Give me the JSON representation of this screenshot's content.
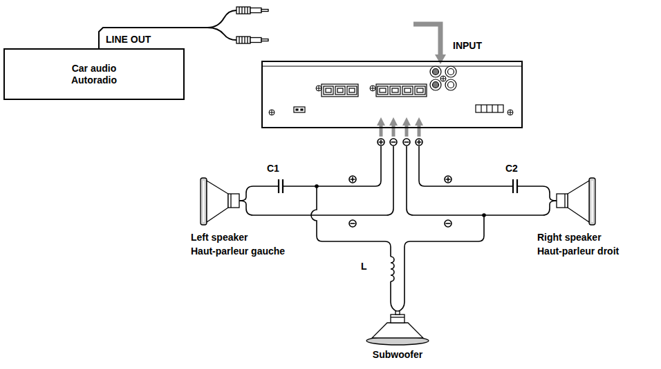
{
  "diagram": {
    "nodes": [
      {
        "text": [
          "Car audio",
          "Autoradio"
        ]
      },
      {
        "text": [
          "INPUT"
        ]
      }
    ],
    "edges": [
      {
        "from": 0,
        "to": 1,
        "arrow": "to",
        "label": "LINE OUT"
      }
    ],
    "labels": [
      "C1",
      "C2",
      "L",
      "Left speaker",
      "Haut-parleur gauche",
      "Right speaker",
      "Haut-parleur droit",
      "Subwoofer"
    ]
  }
}
